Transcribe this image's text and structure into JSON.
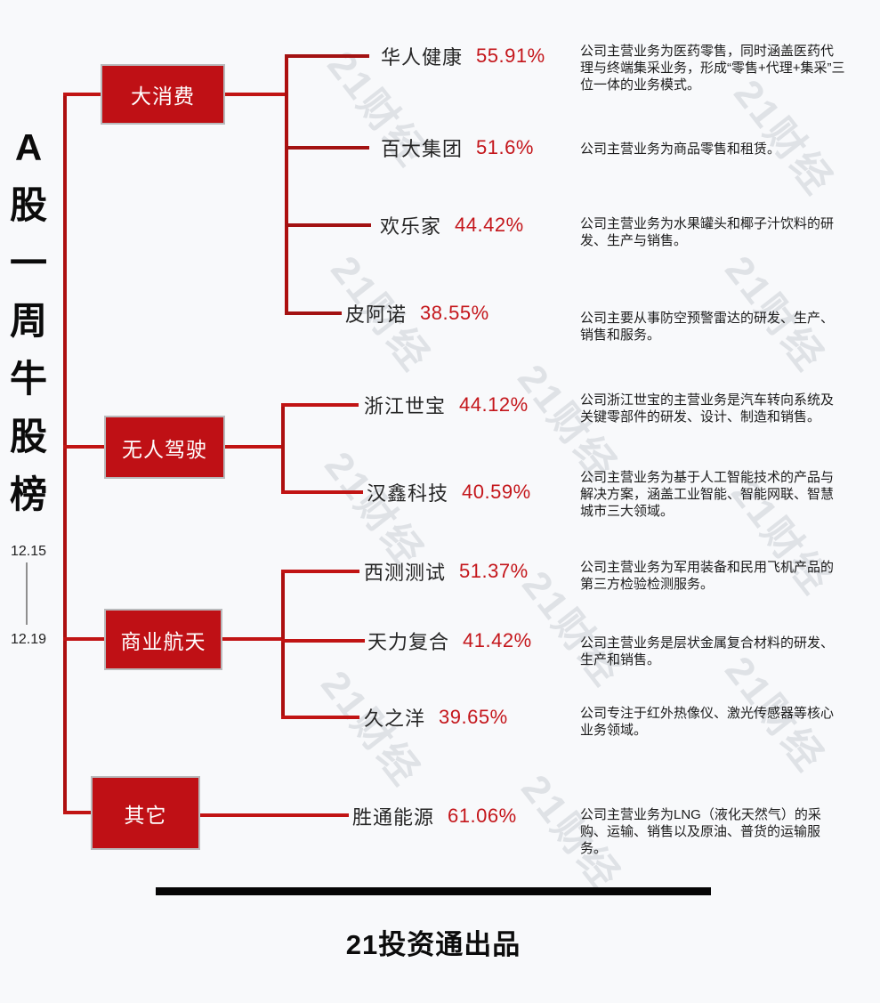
{
  "title": {
    "text": "A股一周牛股榜",
    "chars": [
      "A",
      "股",
      "一",
      "周",
      "牛",
      "股",
      "榜"
    ],
    "date_start": "12.15",
    "date_end": "12.19"
  },
  "watermark": {
    "text": "21财经"
  },
  "footer": {
    "brand": "21投资通出品"
  },
  "colors": {
    "category_box_red": "#bf1015",
    "connector_red": "#b01010",
    "percent_red": "#c4161b",
    "background": "#f8f9fb"
  },
  "tree": {
    "categories": [
      {
        "label": "大消费",
        "stocks": [
          {
            "name": "华人健康",
            "pct": "55.91%",
            "desc": "公司主营业务为医药零售，同时涵盖医药代理与终端集采业务，形成“零售+代理+集采”三位一体的业务模式。"
          },
          {
            "name": "百大集团",
            "pct": "51.6%",
            "desc": "公司主营业务为商品零售和租赁。"
          },
          {
            "name": "欢乐家",
            "pct": "44.42%",
            "desc": "公司主营业务为水果罐头和椰子汁饮料的研发、生产与销售。"
          },
          {
            "name": "皮阿诺",
            "pct": "38.55%",
            "desc": "公司主要从事防空预警雷达的研发、生产、销售和服务。"
          }
        ]
      },
      {
        "label": "无人驾驶",
        "stocks": [
          {
            "name": "浙江世宝",
            "pct": "44.12%",
            "desc": "公司浙江世宝的主营业务是汽车转向系统及关键零部件的研发、设计、制造和销售。"
          },
          {
            "name": "汉鑫科技",
            "pct": "40.59%",
            "desc": "公司主营业务为基于人工智能技术的产品与解决方案，涵盖工业智能、智能网联、智慧城市三大领域。"
          }
        ]
      },
      {
        "label": "商业航天",
        "stocks": [
          {
            "name": "西测测试",
            "pct": "51.37%",
            "desc": "公司主营业务为军用装备和民用飞机产品的第三方检验检测服务。"
          },
          {
            "name": "天力复合",
            "pct": "41.42%",
            "desc": "公司主营业务是层状金属复合材料的研发、生产和销售。"
          },
          {
            "name": "久之洋",
            "pct": "39.65%",
            "desc": "公司专注于红外热像仪、激光传感器等核心业务领域。"
          }
        ]
      },
      {
        "label": "其它",
        "stocks": [
          {
            "name": "胜通能源",
            "pct": "61.06%",
            "desc": "公司主营业务为LNG（液化天然气）的采购、运输、销售以及原油、普货的运输服务。"
          }
        ]
      }
    ]
  }
}
